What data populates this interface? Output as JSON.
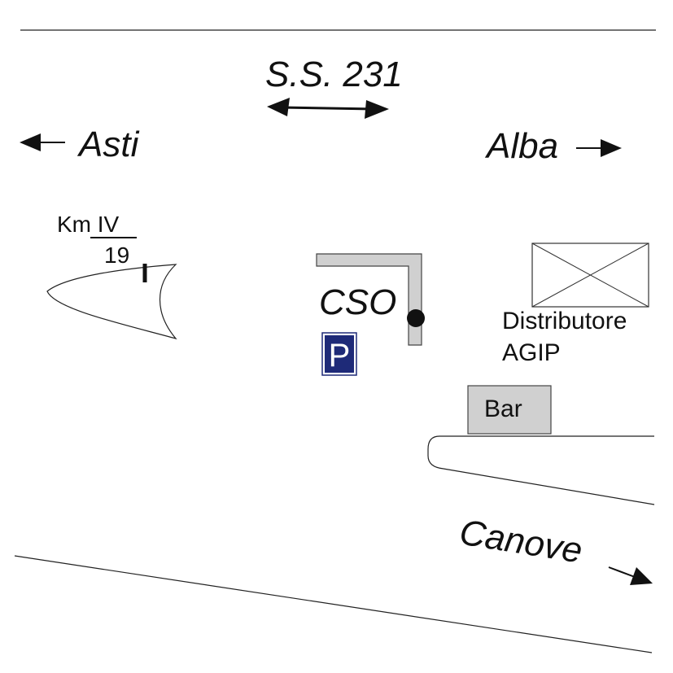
{
  "road_label": "S.S. 231",
  "west_label": "Asti",
  "east_label": "Alba",
  "km_marker": {
    "top": "Km IV",
    "bottom": "19"
  },
  "cso_label": "CSO",
  "parking_label": "P",
  "station_label": {
    "line1": "Distributore",
    "line2": "AGIP"
  },
  "bar_label": "Bar",
  "south_label": "Canove",
  "colors": {
    "ink": "#111111",
    "building_fill": "#d0d0d0",
    "parking_bg": "#1e2a78",
    "parking_text": "#ffffff"
  }
}
